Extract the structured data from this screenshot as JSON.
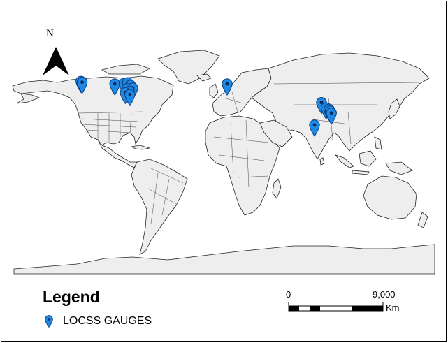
{
  "north_arrow": {
    "label": "N"
  },
  "legend": {
    "title": "Legend",
    "items": [
      {
        "label": "LOCSS GAUGES",
        "icon": "map-pin-icon",
        "color": "#1e88e5"
      }
    ]
  },
  "scale_bar": {
    "start_label": "0",
    "end_label": "9,000",
    "unit": "Km"
  },
  "gauges": [
    {
      "id": "us-west",
      "lon": -122.5,
      "lat": 48.5
    },
    {
      "id": "us-west-2",
      "lon": -121.5,
      "lat": 47.8
    },
    {
      "id": "us-midwest",
      "lon": -93.5,
      "lat": 46.5
    },
    {
      "id": "us-great-lakes-1",
      "lon": -85.5,
      "lat": 47.0
    },
    {
      "id": "us-great-lakes-2",
      "lon": -82.5,
      "lat": 47.5
    },
    {
      "id": "us-northeast-1",
      "lon": -80.0,
      "lat": 45.5
    },
    {
      "id": "us-northeast-2",
      "lon": -78.0,
      "lat": 43.5
    },
    {
      "id": "us-east-1",
      "lon": -83.0,
      "lat": 43.0
    },
    {
      "id": "us-east-2",
      "lon": -81.0,
      "lat": 41.0
    },
    {
      "id": "us-east-3",
      "lon": -84.5,
      "lat": 40.0
    },
    {
      "id": "us-southeast",
      "lon": -80.5,
      "lat": 38.5
    },
    {
      "id": "france",
      "lon": 3.0,
      "lat": 46.5
    },
    {
      "id": "nepal",
      "lon": 84.0,
      "lat": 32.5
    },
    {
      "id": "bangladesh-1",
      "lon": 88.0,
      "lat": 28.5
    },
    {
      "id": "bangladesh-2",
      "lon": 90.5,
      "lat": 27.5
    },
    {
      "id": "myanmar-1",
      "lon": 91.5,
      "lat": 26.0
    },
    {
      "id": "myanmar-2",
      "lon": 92.5,
      "lat": 24.5
    },
    {
      "id": "india-south",
      "lon": 78.0,
      "lat": 15.5
    }
  ]
}
